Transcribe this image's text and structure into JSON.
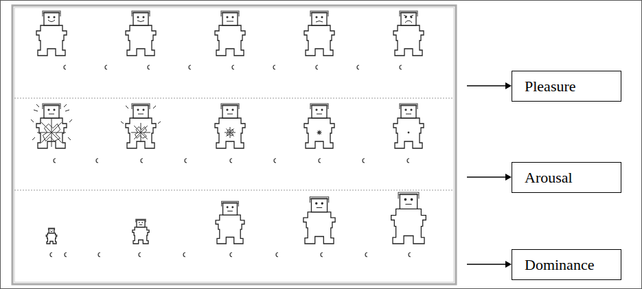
{
  "diagram": {
    "nodes": [
      {
        "text": [
          "Pleasure"
        ]
      },
      {
        "text": [
          "Arousal"
        ]
      },
      {
        "text": [
          "Dominance"
        ]
      }
    ]
  }
}
